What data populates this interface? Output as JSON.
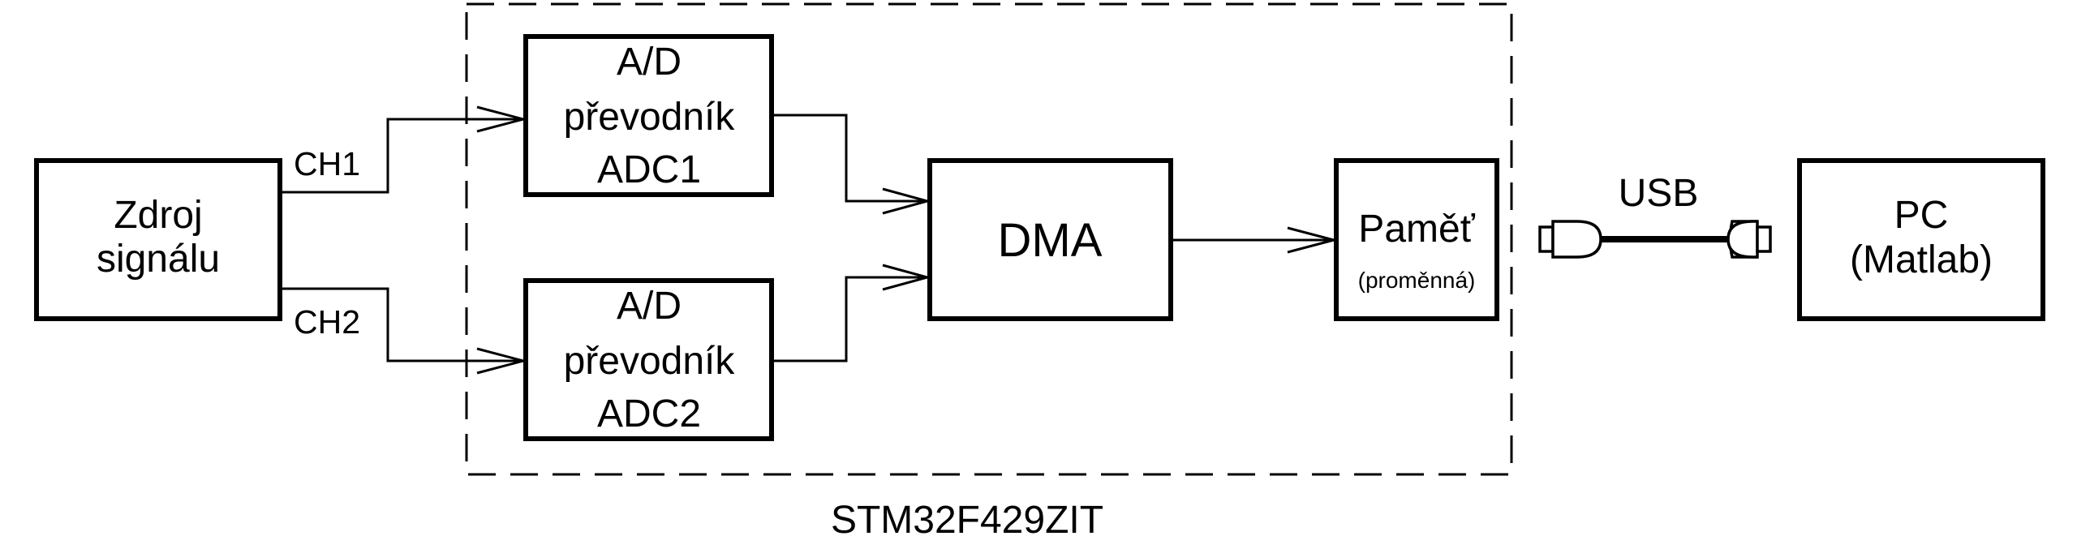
{
  "source": {
    "line1": "Zdroj",
    "line2": "signálu"
  },
  "channels": {
    "ch1": "CH1",
    "ch2": "CH2"
  },
  "adc1": {
    "line1": "A/D",
    "line2": "převodník",
    "line3": "ADC1"
  },
  "adc2": {
    "line1": "A/D",
    "line2": "převodník",
    "line3": "ADC2"
  },
  "dma": {
    "label": "DMA"
  },
  "memory": {
    "line1": "Paměť",
    "line2": "(proměnná)"
  },
  "usb": {
    "label": "USB"
  },
  "pc": {
    "line1": "PC",
    "line2": "(Matlab)"
  },
  "mcu": {
    "label": "STM32F429ZIT"
  }
}
